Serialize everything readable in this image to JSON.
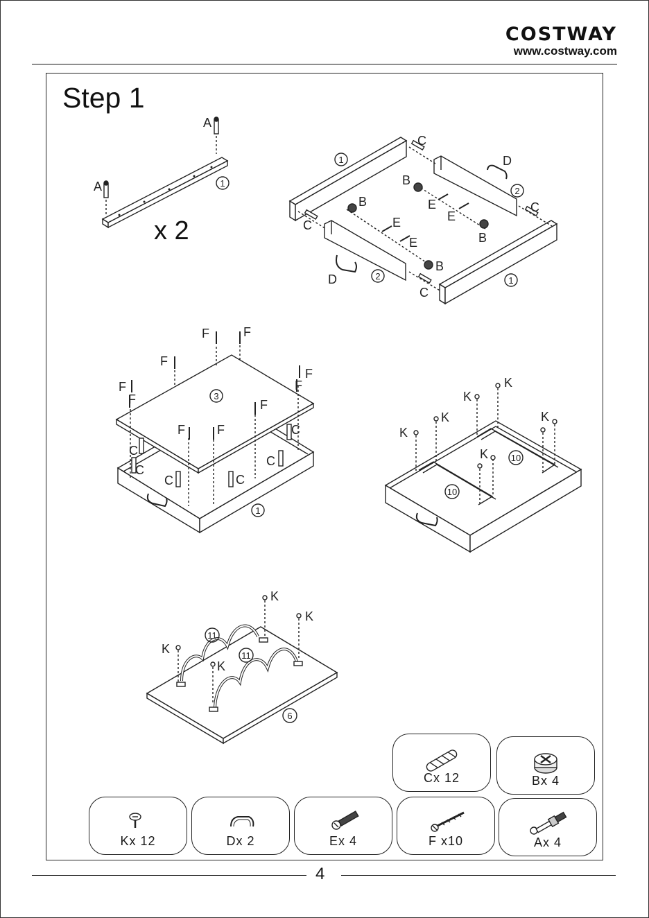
{
  "header": {
    "brand": "COSTWAY",
    "url": "www.costway.com"
  },
  "step_title": "Step 1",
  "panel_a": {
    "rail_letters": [
      "A",
      "A"
    ],
    "rail_number": "1",
    "multiplier": "x 2"
  },
  "panel_b": {
    "labels": [
      "C",
      "D",
      "B",
      "E",
      "E",
      "C",
      "B",
      "E",
      "E",
      "B",
      "C",
      "B",
      "C",
      "D"
    ],
    "numbers": [
      "1",
      "2",
      "2",
      "1"
    ]
  },
  "panel_c": {
    "f_labels": [
      "F",
      "F",
      "F",
      "F",
      "F",
      "F",
      "F",
      "F",
      "F",
      "F"
    ],
    "c_labels": [
      "C",
      "C",
      "C",
      "C",
      "C",
      "C"
    ],
    "numbers": [
      "3",
      "1"
    ]
  },
  "panel_d": {
    "k_labels": [
      "K",
      "K",
      "K",
      "K",
      "K",
      "K"
    ],
    "numbers": [
      "10",
      "10"
    ]
  },
  "panel_e": {
    "k_labels": [
      "K",
      "K",
      "K",
      "K"
    ],
    "numbers": [
      "11",
      "11",
      "6"
    ]
  },
  "hardware": [
    {
      "icon": "dowel-icon",
      "label": "Cx 12"
    },
    {
      "icon": "cam-lock-icon",
      "label": "Bx 4"
    },
    {
      "icon": "short-screw-icon",
      "label": "Kx 12"
    },
    {
      "icon": "handle-icon",
      "label": "Dx 2"
    },
    {
      "icon": "bolt-icon",
      "label": "Ex 4"
    },
    {
      "icon": "long-screw-icon",
      "label": "F x10"
    },
    {
      "icon": "cam-bolt-icon",
      "label": "Ax 4"
    }
  ],
  "page_number": "4"
}
